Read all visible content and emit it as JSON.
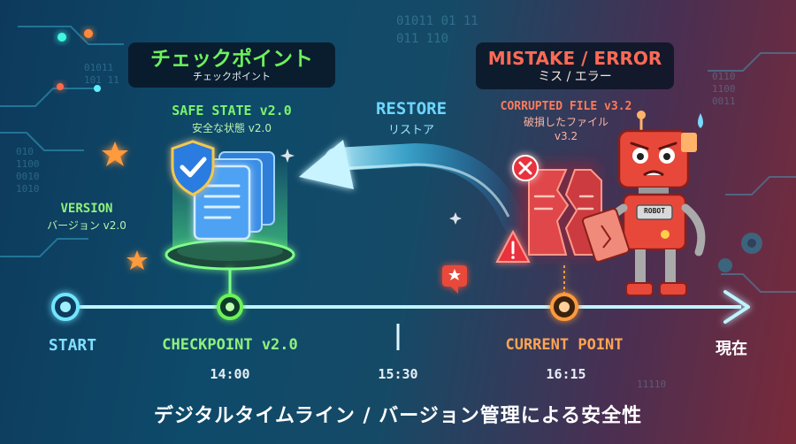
{
  "checkpoint": {
    "title": "チェックポイント",
    "subtitle": "チェックポイント"
  },
  "safe_state": {
    "line1": "SAFE STATE v2.0",
    "line2": "安全な状態 v2.0"
  },
  "version": {
    "line1": "VERSION",
    "line2": "バージョン v2.0"
  },
  "restore": {
    "line1": "RESTORE",
    "line2": "リストア"
  },
  "error_box": {
    "title": "MISTAKE / ERROR",
    "subtitle": "ミス / エラー"
  },
  "corrupted": {
    "line1": "CORRUPTED FILE v3.2",
    "line2": "破損したファイル",
    "line3": "v3.2"
  },
  "robot": {
    "label": "ROBOT"
  },
  "timeline": {
    "start_label": "START",
    "checkpoint_label": "CHECKPOINT v2.0",
    "checkpoint_time": "14:00",
    "mid_time": "15:30",
    "current_label": "CURRENT POINT",
    "current_time": "16:15",
    "now_label": "現在"
  },
  "caption": "デジタルタイムライン / バージョン管理による安全性",
  "colors": {
    "checkpoint": "#6cf25a",
    "restore": "#4fd2ff",
    "error": "#ff5a48",
    "current": "#ff9a3c",
    "timeline": "#5fe2ff"
  },
  "binary": {
    "col1": "010\n1100\n0010\n1010",
    "col2": "01011\n101 11",
    "col3": "01011 01 11\n011 110",
    "col4": "0110\n1100\n0011",
    "col5": "11110"
  }
}
